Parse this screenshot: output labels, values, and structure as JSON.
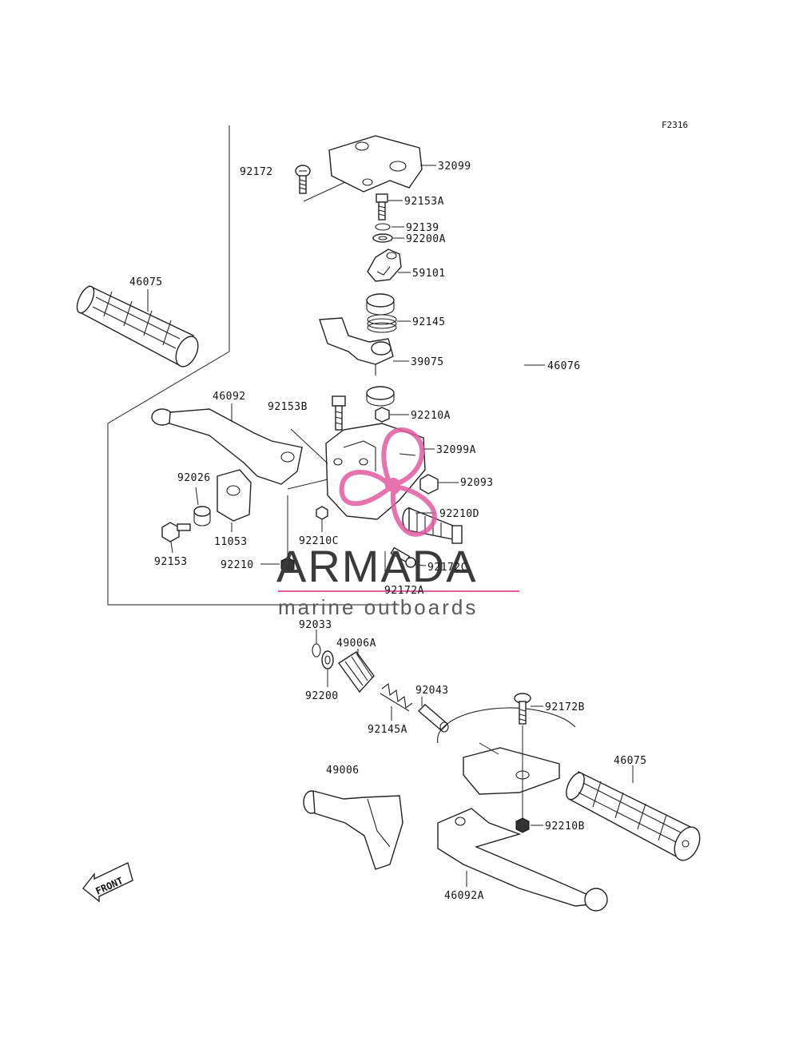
{
  "figure_code": "F2316",
  "watermark": {
    "brand": "ARMADA",
    "tagline": "marine outboards",
    "accent_color": "#e25aa0",
    "text_color": "#3a3a3a"
  },
  "direction_marker": "FRONT",
  "part_labels": [
    "92172",
    "32099",
    "92153A",
    "92139",
    "92200A",
    "59101",
    "46075",
    "92145",
    "39075",
    "46076",
    "46092",
    "92153B",
    "92210A",
    "32099A",
    "92026",
    "92093",
    "92210D",
    "11053",
    "92210C",
    "92153",
    "92210",
    "92172C",
    "92172A",
    "92033",
    "49006A",
    "92200",
    "92043",
    "92145A",
    "92172B",
    "46075",
    "49006",
    "92210B",
    "46092A"
  ]
}
